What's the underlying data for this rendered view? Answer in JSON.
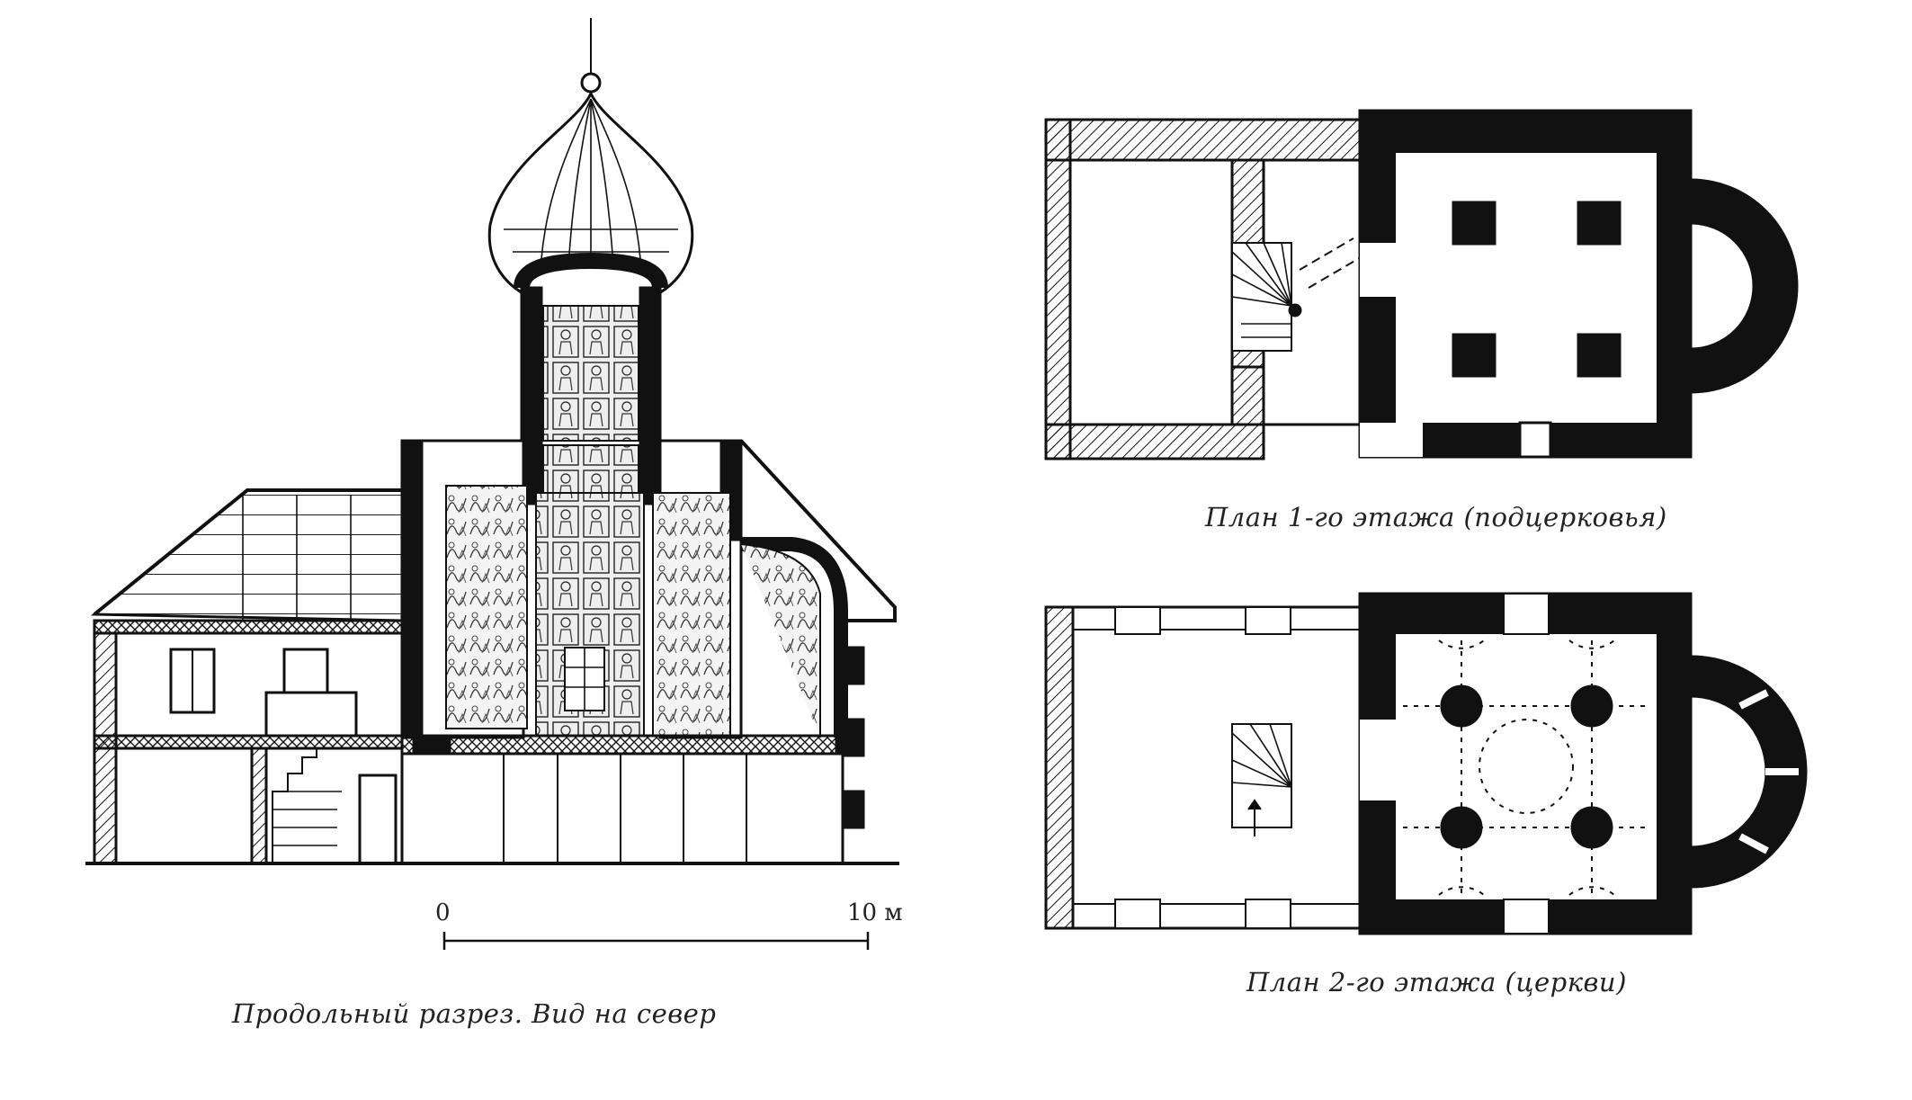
{
  "captions": {
    "section": "Продольный разрез. Вид на север",
    "plan1": "План 1-го этажа (подцерковья)",
    "plan2": "План 2-го этажа (церкви)"
  },
  "scale": {
    "start": "0",
    "end": "10 м"
  },
  "drawings": {
    "section_icon": "section-drawing",
    "plan1_icon": "floor-plan-drawing",
    "plan2_icon": "floor-plan-drawing"
  },
  "colors": {
    "ink": "#111111",
    "paper": "#ffffff"
  }
}
